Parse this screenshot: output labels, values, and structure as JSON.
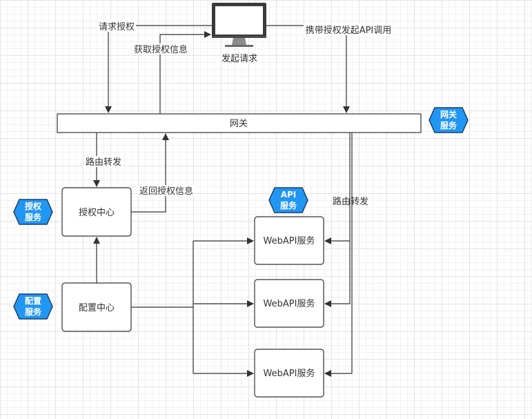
{
  "nodes": {
    "client": {
      "label": "发起请求"
    },
    "gateway": {
      "label": "网关"
    },
    "auth_center": {
      "label": "授权中心"
    },
    "config_center": {
      "label": "配置中心"
    },
    "webapi_1": {
      "label": "WebAPI服务"
    },
    "webapi_2": {
      "label": "WebAPI服务"
    },
    "webapi_3": {
      "label": "WebAPI服务"
    }
  },
  "badges": {
    "gateway": {
      "line1": "网关",
      "line2": "服务"
    },
    "auth": {
      "line1": "授权",
      "line2": "服务"
    },
    "config": {
      "line1": "配置",
      "line2": "服务"
    },
    "api": {
      "line1": "API",
      "line2": "服务"
    }
  },
  "edges": {
    "request_auth": "请求授权",
    "get_auth_info": "获取授权信息",
    "carry_auth_call": "携带授权发起API调用",
    "route_forward_auth": "路由转发",
    "return_auth_info": "返回授权信息",
    "route_forward_api": "路由转发"
  },
  "colors": {
    "badge_fill": "#2196f3",
    "badge_stroke": "#1a3f66",
    "line": "#333333",
    "monitor_frame": "#3a3a3a"
  }
}
